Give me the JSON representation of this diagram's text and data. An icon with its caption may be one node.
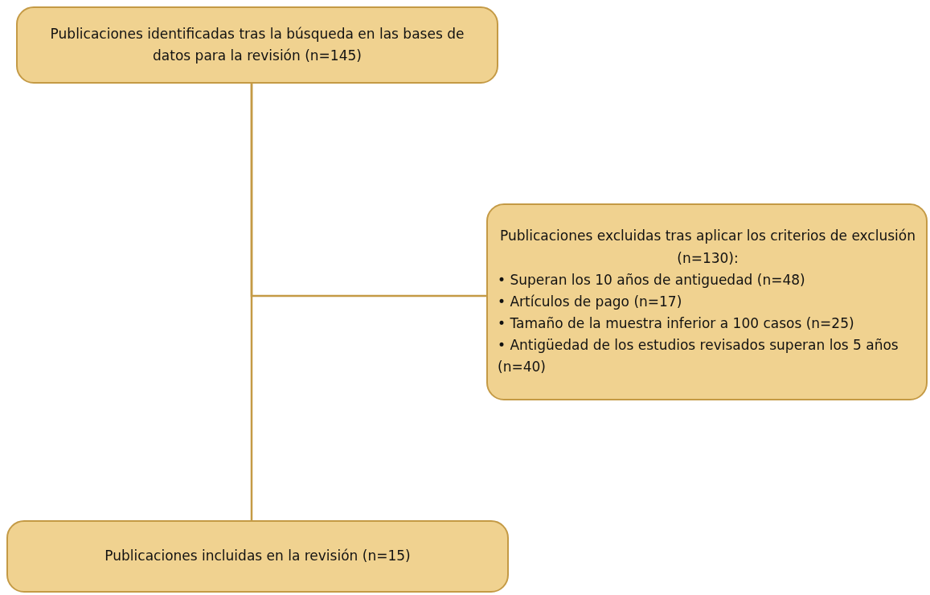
{
  "diagram": {
    "nodes": [
      {
        "text": [
          "Publicaciones identificadas tras la búsqueda en las bases de datos para la revisión (n=145)"
        ]
      },
      {
        "text": [
          "Publicaciones excluidas tras aplicar los criterios de exclusión (n=130):",
          "• Superan los 10 años de antiguedad (n=48)",
          "• Artículos de pago (n=17)",
          "• Tamaño de la muestra inferior a 100 casos (n=25)",
          "• Antigüedad de los estudios revisados superan los 5 años (n=40)"
        ]
      },
      {
        "text": [
          "Publicaciones incluidas en la revisión (n=15)"
        ]
      }
    ],
    "edges": [
      {
        "from": 0,
        "to": 2,
        "arrow": "none"
      },
      {
        "from": 0,
        "to": 1,
        "arrow": "none"
      }
    ]
  }
}
